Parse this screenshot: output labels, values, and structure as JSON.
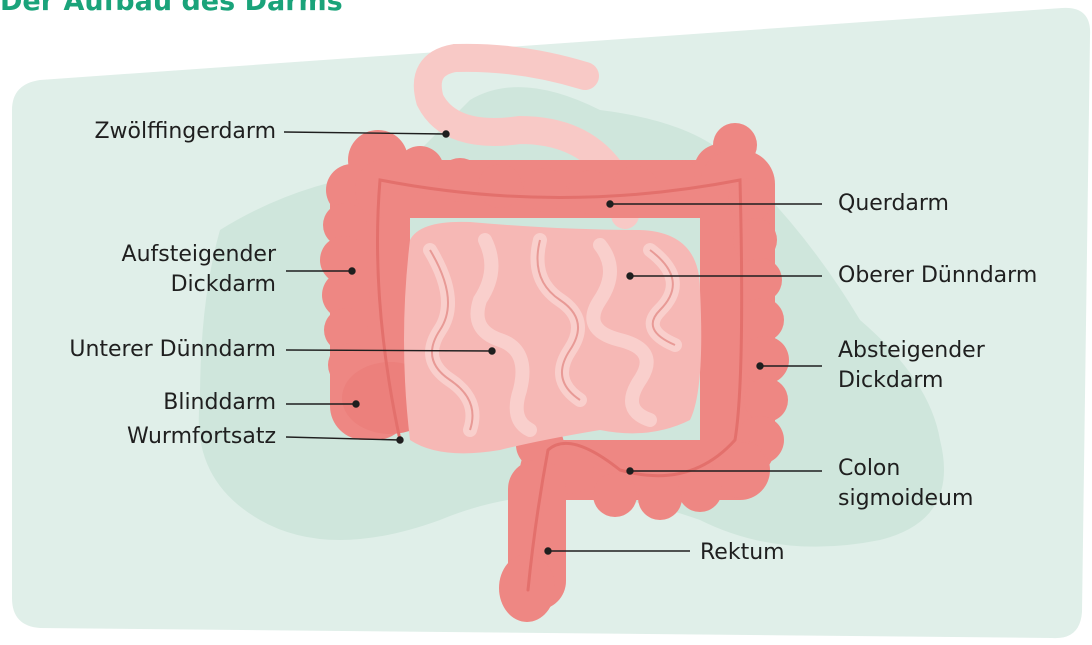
{
  "title": "Der Aufbau des Darms",
  "colors": {
    "title": "#1aa37a",
    "background_panel": "#e0efe9",
    "blob": "#cfe6dc",
    "colon": "#ee8783",
    "colon_dark": "#e5706d",
    "small_intestine": "#f6b8b5",
    "small_intestine_light": "#f9cfcc",
    "duodenum": "#f8c9c6"
  },
  "labels": {
    "zwoelffingerdarm": "Zwölffingerdarm",
    "aufsteigender_1": "Aufsteigender",
    "aufsteigender_2": "Dickdarm",
    "unterer": "Unterer Dünndarm",
    "blinddarm": "Blinddarm",
    "wurmfortsatz": "Wurmfortsatz",
    "querdarm": "Querdarm",
    "oberer": "Oberer Dünndarm",
    "absteigender_1": "Absteigender",
    "absteigender_2": "Dickdarm",
    "colon_1": "Colon",
    "colon_2": "sigmoideum",
    "rektum": "Rektum"
  }
}
